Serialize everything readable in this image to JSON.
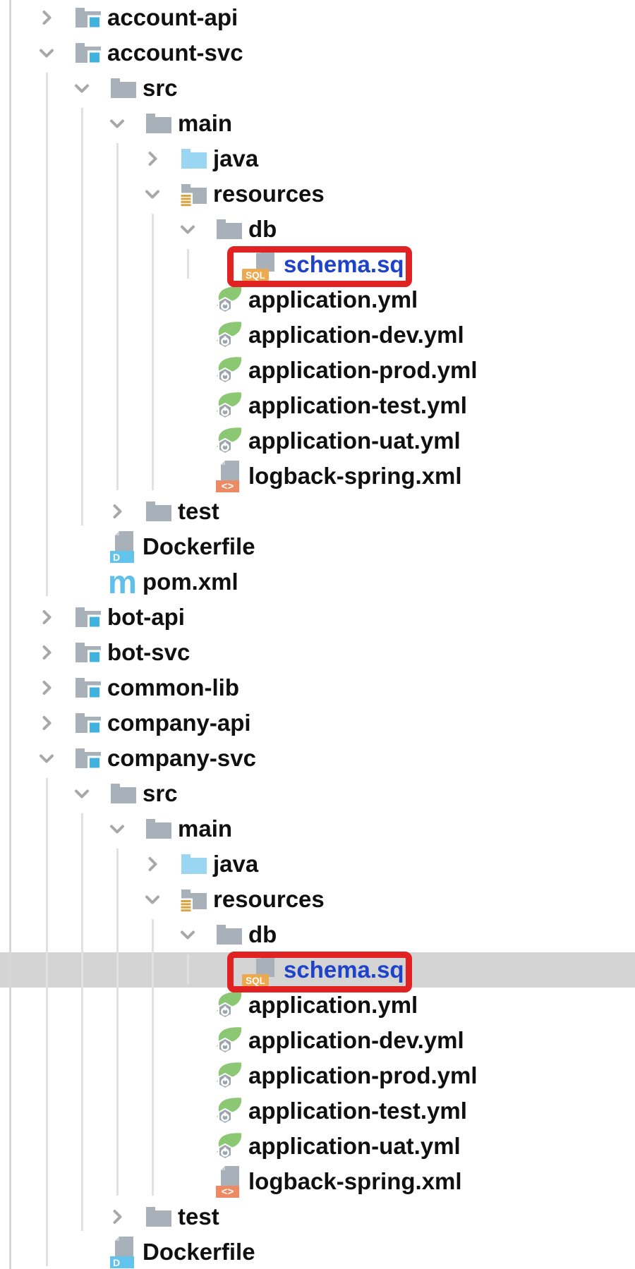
{
  "panel": {
    "name": "project-tree"
  },
  "colors": {
    "text": "#101010",
    "file_blue": "#1E43C8",
    "annotation_red": "#E02322",
    "selection_gray": "#D4D4D4",
    "indent_guide": "#E1E1E1",
    "panel_edge": "#D6D6D6",
    "chevron_gray": "#A8A8A8",
    "folder_gray": "#A8B1BA",
    "module_badge_blue": "#3FB2E0",
    "java_folder_blue": "#9AD5F2",
    "resources_gold": "#D9A442",
    "page_gray": "#A8B1BA",
    "page_flap": "#C8CFD5",
    "sql_amber": "#ECA94F",
    "xml_salmon": "#ED8A63",
    "docker_blue": "#62C3EC",
    "maven_cyan": "#5FC0E9",
    "spring_green": "#8CC873",
    "spring_badge_gray": "#9BA3AB"
  },
  "tree": {
    "rows": [
      {
        "label": "account-api",
        "depth": 0,
        "icon": "module-folder",
        "chevron": "collapsed"
      },
      {
        "label": "account-svc",
        "depth": 0,
        "icon": "module-folder",
        "chevron": "expanded"
      },
      {
        "label": "src",
        "depth": 1,
        "icon": "folder",
        "chevron": "expanded"
      },
      {
        "label": "main",
        "depth": 2,
        "icon": "folder",
        "chevron": "expanded"
      },
      {
        "label": "java",
        "depth": 3,
        "icon": "java-source-folder",
        "chevron": "collapsed"
      },
      {
        "label": "resources",
        "depth": 3,
        "icon": "resources-folder",
        "chevron": "expanded"
      },
      {
        "label": "db",
        "depth": 4,
        "icon": "folder",
        "chevron": "expanded"
      },
      {
        "label": "schema.sql",
        "depth": 5,
        "icon": "sql-file",
        "chevron": null,
        "text_color": "blue",
        "annotated": true
      },
      {
        "label": "application.yml",
        "depth": 4,
        "icon": "spring-config-file",
        "chevron": null
      },
      {
        "label": "application-dev.yml",
        "depth": 4,
        "icon": "spring-config-file",
        "chevron": null
      },
      {
        "label": "application-prod.yml",
        "depth": 4,
        "icon": "spring-config-file",
        "chevron": null
      },
      {
        "label": "application-test.yml",
        "depth": 4,
        "icon": "spring-config-file",
        "chevron": null
      },
      {
        "label": "application-uat.yml",
        "depth": 4,
        "icon": "spring-config-file",
        "chevron": null
      },
      {
        "label": "logback-spring.xml",
        "depth": 4,
        "icon": "xml-file",
        "chevron": null
      },
      {
        "label": "test",
        "depth": 2,
        "icon": "folder",
        "chevron": "collapsed"
      },
      {
        "label": "Dockerfile",
        "depth": 1,
        "icon": "docker-file",
        "chevron": null
      },
      {
        "label": "pom.xml",
        "depth": 1,
        "icon": "maven-pom",
        "chevron": null
      },
      {
        "label": "bot-api",
        "depth": 0,
        "icon": "module-folder",
        "chevron": "collapsed"
      },
      {
        "label": "bot-svc",
        "depth": 0,
        "icon": "module-folder",
        "chevron": "collapsed"
      },
      {
        "label": "common-lib",
        "depth": 0,
        "icon": "module-folder",
        "chevron": "collapsed"
      },
      {
        "label": "company-api",
        "depth": 0,
        "icon": "module-folder",
        "chevron": "collapsed"
      },
      {
        "label": "company-svc",
        "depth": 0,
        "icon": "module-folder",
        "chevron": "expanded"
      },
      {
        "label": "src",
        "depth": 1,
        "icon": "folder",
        "chevron": "expanded"
      },
      {
        "label": "main",
        "depth": 2,
        "icon": "folder",
        "chevron": "expanded"
      },
      {
        "label": "java",
        "depth": 3,
        "icon": "java-source-folder",
        "chevron": "collapsed"
      },
      {
        "label": "resources",
        "depth": 3,
        "icon": "resources-folder",
        "chevron": "expanded"
      },
      {
        "label": "db",
        "depth": 4,
        "icon": "folder",
        "chevron": "expanded"
      },
      {
        "label": "schema.sql",
        "depth": 5,
        "icon": "sql-file",
        "chevron": null,
        "text_color": "blue",
        "annotated": true,
        "selected": true
      },
      {
        "label": "application.yml",
        "depth": 4,
        "icon": "spring-config-file",
        "chevron": null
      },
      {
        "label": "application-dev.yml",
        "depth": 4,
        "icon": "spring-config-file",
        "chevron": null
      },
      {
        "label": "application-prod.yml",
        "depth": 4,
        "icon": "spring-config-file",
        "chevron": null
      },
      {
        "label": "application-test.yml",
        "depth": 4,
        "icon": "spring-config-file",
        "chevron": null
      },
      {
        "label": "application-uat.yml",
        "depth": 4,
        "icon": "spring-config-file",
        "chevron": null
      },
      {
        "label": "logback-spring.xml",
        "depth": 4,
        "icon": "xml-file",
        "chevron": null
      },
      {
        "label": "test",
        "depth": 2,
        "icon": "folder",
        "chevron": "collapsed"
      },
      {
        "label": "Dockerfile",
        "depth": 1,
        "icon": "docker-file",
        "chevron": null
      }
    ],
    "badges": {
      "sql": "SQL",
      "xml": "<>",
      "docker": "D",
      "maven": "m"
    }
  }
}
